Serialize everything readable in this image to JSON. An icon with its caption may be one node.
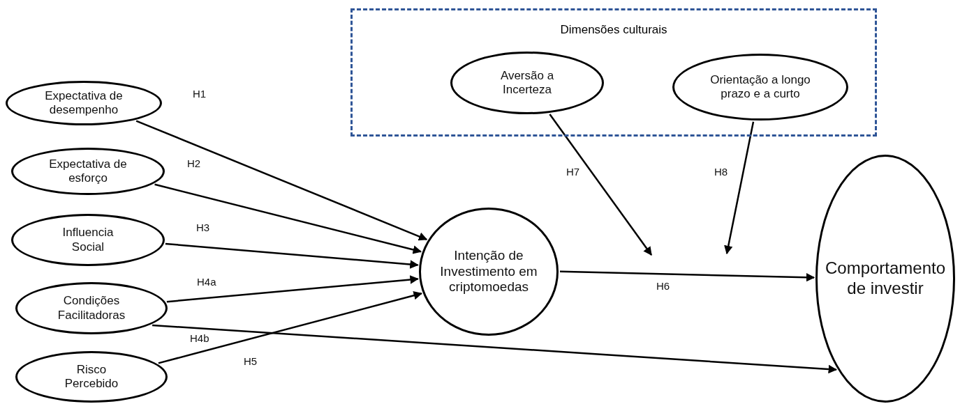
{
  "diagram": {
    "nodes": [
      {
        "text": [
          "Expectativa de desempenho"
        ]
      },
      {
        "text": [
          "Expectativa de esforço"
        ]
      },
      {
        "text": [
          "Influencia Social"
        ]
      },
      {
        "text": [
          "Condições Facilitadoras"
        ]
      },
      {
        "text": [
          "Risco Percebido"
        ]
      },
      {
        "text": [
          "Dimensões culturais"
        ]
      },
      {
        "text": [
          "Aversão a Incerteza"
        ],
        "in": 5
      },
      {
        "text": [
          "Orientação a longo prazo e a curto"
        ],
        "in": 5
      },
      {
        "text": [
          "Intenção de Investimento em criptomoedas"
        ]
      },
      {
        "text": [
          "Comportamento de  investir"
        ]
      }
    ],
    "edges": [
      {
        "from": 0,
        "to": 8,
        "arrow": "to",
        "label": "H1"
      },
      {
        "from": 1,
        "to": 8,
        "arrow": "to",
        "label": "H2"
      },
      {
        "from": 2,
        "to": 8,
        "arrow": "to",
        "label": "H3"
      },
      {
        "from": 3,
        "to": 8,
        "arrow": "to",
        "label": "H4a"
      },
      {
        "from": 3,
        "to": 9,
        "arrow": "to",
        "label": "H4b"
      },
      {
        "from": 4,
        "to": 8,
        "arrow": "to",
        "label": "H5"
      },
      {
        "from": 8,
        "to": 9,
        "arrow": "to",
        "label": "H6"
      },
      {
        "from": 6,
        "to": null,
        "arrow": "to",
        "label": "H7"
      },
      {
        "from": 7,
        "to": null,
        "arrow": "to",
        "label": "H8"
      }
    ]
  }
}
